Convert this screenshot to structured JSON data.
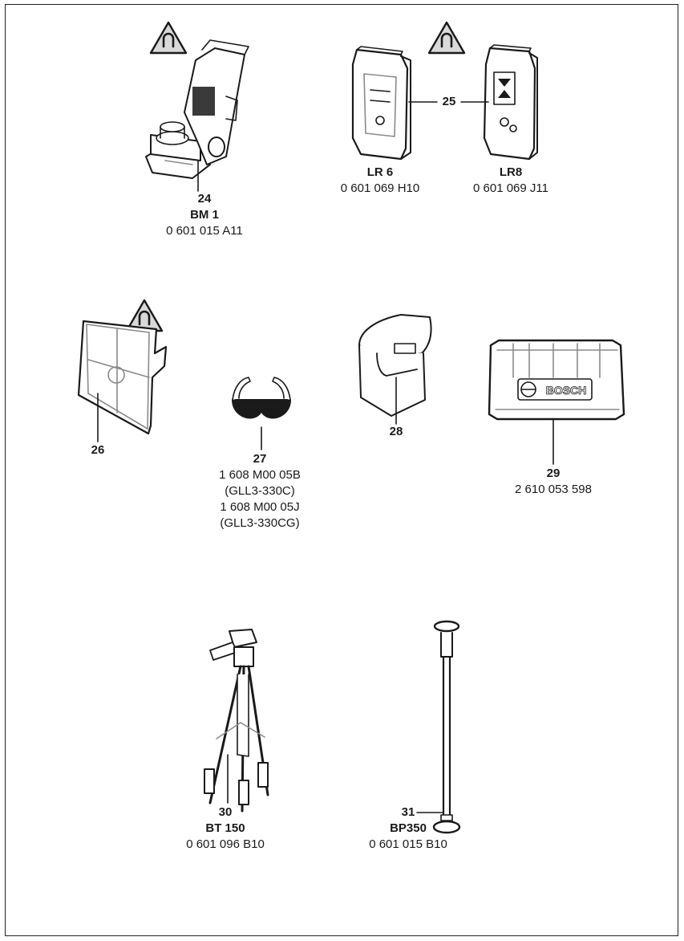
{
  "items": [
    {
      "num": "24",
      "model": "BM 1",
      "codes": [
        "0 601 015 A11"
      ]
    },
    {
      "num": "25",
      "models": [
        "LR 6",
        "LR8"
      ],
      "codes": [
        "0 601 069 H10",
        "0 601 069 J11"
      ]
    },
    {
      "num": "26"
    },
    {
      "num": "27",
      "codes": [
        "1 608 M00 05B",
        "(GLL3-330C)",
        "1 608 M00 05J",
        "(GLL3-330CG)"
      ]
    },
    {
      "num": "28"
    },
    {
      "num": "29",
      "codes": [
        "2 610 053 598"
      ]
    },
    {
      "num": "30",
      "model": "BT 150",
      "codes": [
        "0 601 096 B10"
      ]
    },
    {
      "num": "31",
      "model": "BP350",
      "codes": [
        "0 601 015 B10"
      ]
    }
  ],
  "logo_text": "BOSCH",
  "colors": {
    "line": "#1a1a1a",
    "grey": "#8a8a8a",
    "light": "#d8d8d8",
    "magnet_fill": "#d9d9d9"
  },
  "icons": [
    "magnet-warning-icon"
  ]
}
